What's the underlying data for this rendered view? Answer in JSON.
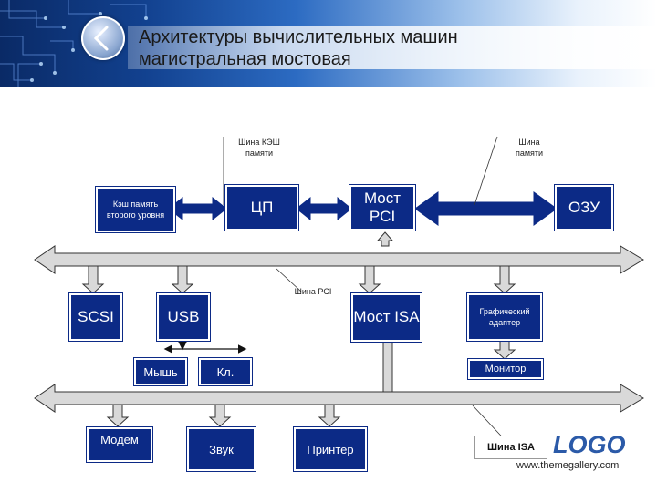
{
  "title": {
    "line1": "Архитектуры вычислительных машин",
    "line2": "магистральная мостовая"
  },
  "labels": {
    "cache_bus": "Шина КЭШ памяти",
    "memory_bus": "Шина памяти",
    "pci_bus": "Шина PCI",
    "isa_bus": "Шина ISA"
  },
  "blocks": {
    "cache_l2": "Кэш память второго уровня",
    "cpu": "ЦП",
    "pci_bridge": "Мост PCI",
    "ram": "ОЗУ",
    "scsi": "SCSI",
    "usb": "USB",
    "isa_bridge": "Мост ISA",
    "graphics_adapter": "Графический адаптер",
    "mouse": "Мышь",
    "keyboard": "Кл.",
    "monitor": "Монитор",
    "modem": "Модем",
    "sound": "Звук",
    "printer": "Принтер"
  },
  "logo": {
    "text": "LOGO",
    "url": "www.themegallery.com"
  },
  "icons": {
    "back": "chevron-left-icon"
  },
  "colors": {
    "block": "#0c2a86",
    "bus": "#d9d9d9",
    "header": "#12418f"
  }
}
